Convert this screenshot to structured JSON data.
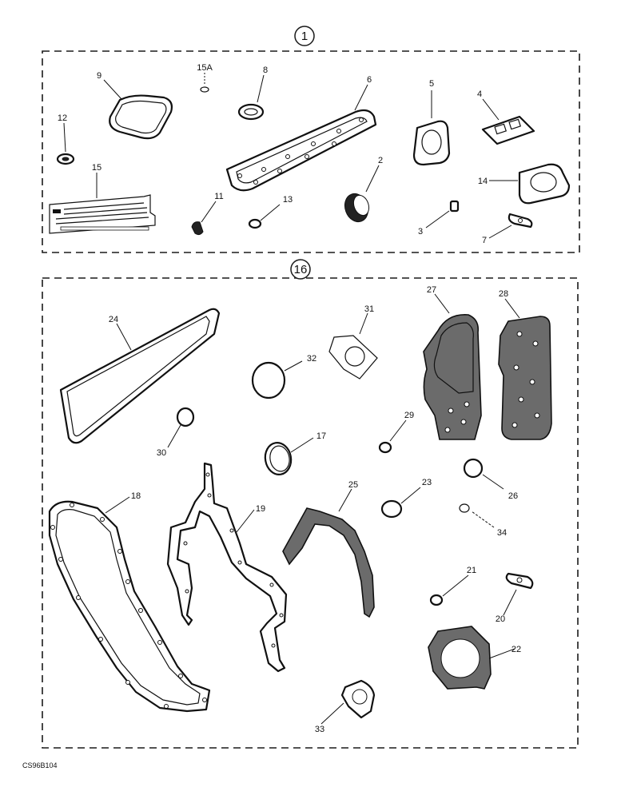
{
  "kits": [
    {
      "number": "1"
    },
    {
      "number": "16"
    }
  ],
  "callouts_top": [
    "9",
    "15A",
    "8",
    "6",
    "5",
    "4",
    "12",
    "15",
    "2",
    "14",
    "11",
    "13",
    "3",
    "7"
  ],
  "callouts_bottom": [
    "24",
    "31",
    "27",
    "28",
    "32",
    "29",
    "30",
    "17",
    "26",
    "18",
    "19",
    "25",
    "23",
    "34",
    "21",
    "20",
    "22",
    "33"
  ],
  "figure_code": "CS96B104"
}
